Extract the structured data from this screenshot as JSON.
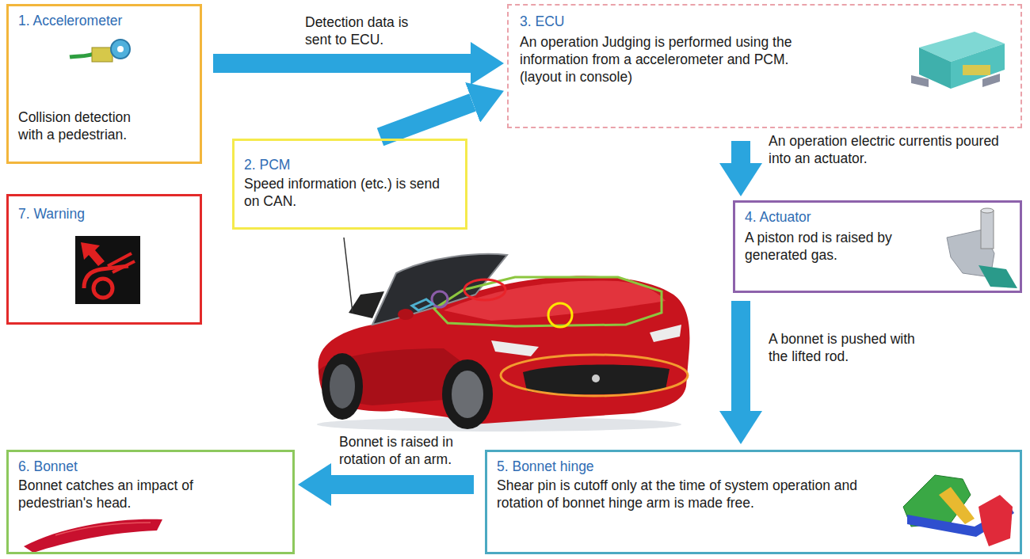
{
  "diagram": {
    "nodes": [
      {
        "text": [
          "1. Accelerometer",
          "Collision detection with a pedestrian."
        ]
      },
      {
        "text": [
          "3. ECU",
          "An operation Judging is performed using the information from a accelerometer and PCM. (layout in console)"
        ]
      },
      {
        "text": [
          "2. PCM",
          "Speed information (etc.) is send on CAN."
        ]
      },
      {
        "text": [
          "7. Warning"
        ]
      },
      {
        "text": [
          "4. Actuator",
          "A piston rod is raised by generated gas."
        ]
      },
      {
        "text": [
          "6. Bonnet",
          "Bonnet catches an impact of pedestrian's head."
        ]
      },
      {
        "text": [
          "5. Bonnet hinge",
          "Shear pin is cutoff only at the time of system operation and rotation of bonnet hinge arm is made free."
        ]
      }
    ],
    "edges": [
      {
        "from": 0,
        "to": 1,
        "arrow": "to",
        "label": "Detection data is sent to ECU."
      },
      {
        "from": 2,
        "to": 1,
        "arrow": "to"
      },
      {
        "from": 1,
        "to": 4,
        "arrow": "to",
        "label": "An operation electric currentis poured into an actuator."
      },
      {
        "from": 4,
        "to": 6,
        "arrow": "to",
        "label": "A bonnet is pushed with the lifted rod."
      },
      {
        "from": 6,
        "to": 5,
        "arrow": "to",
        "label": "Bonnet is raised in rotation of an arm."
      }
    ]
  }
}
